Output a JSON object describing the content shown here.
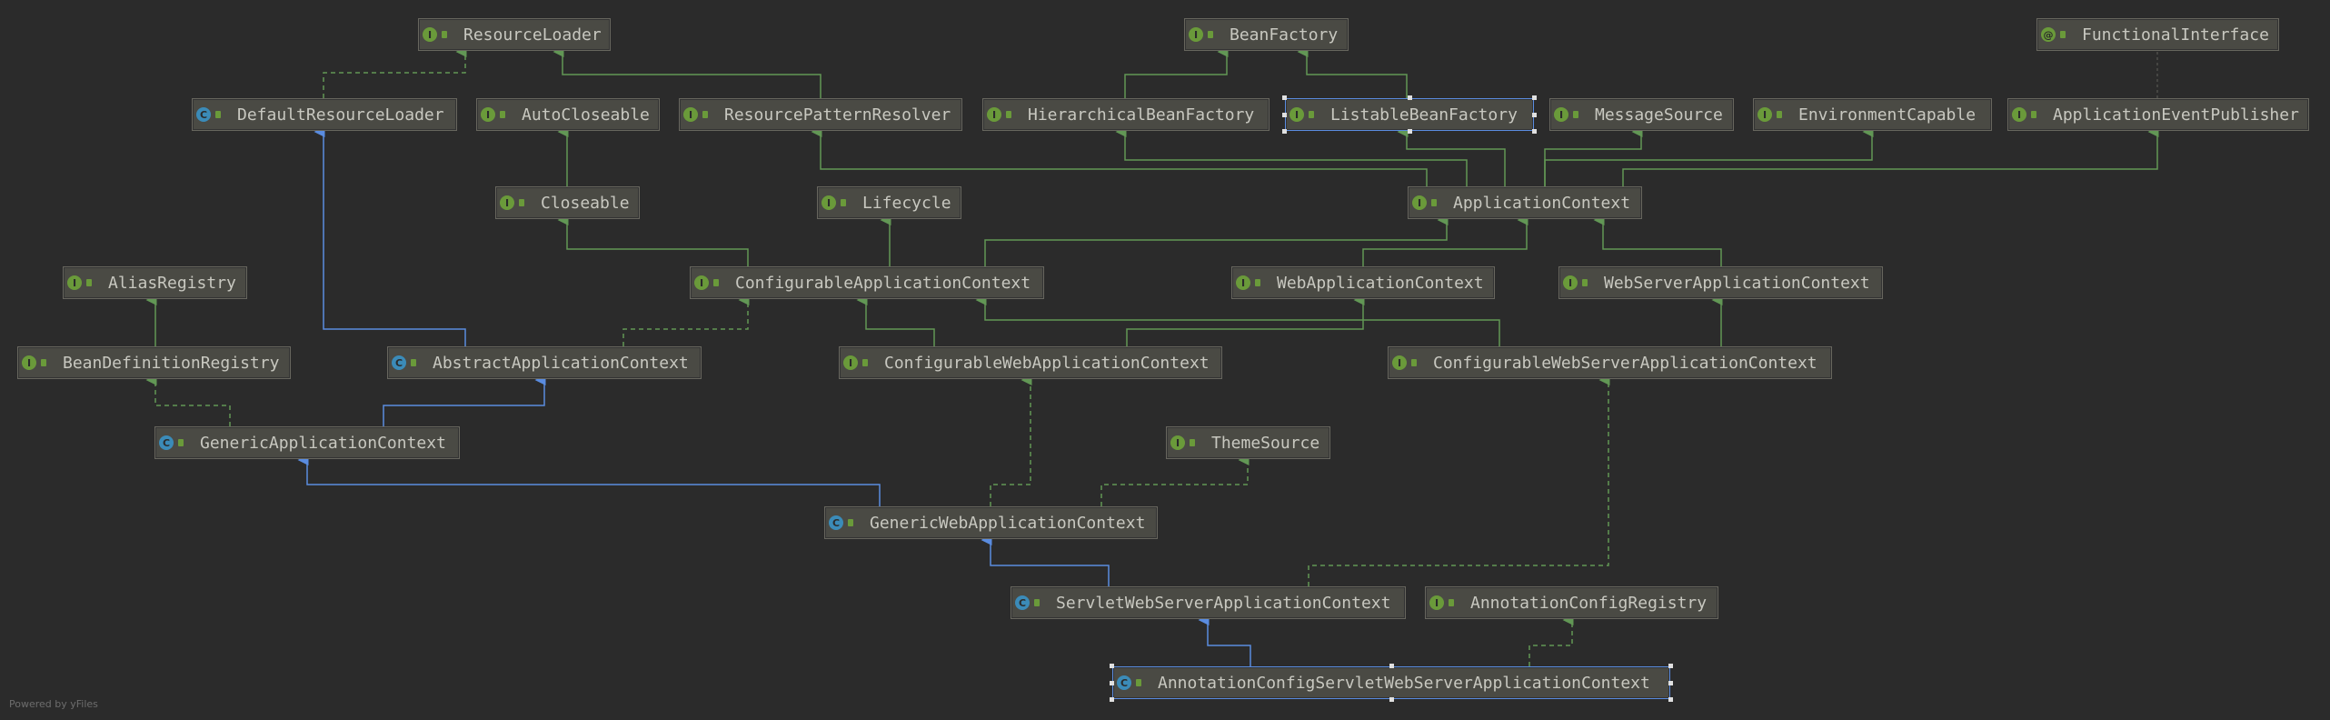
{
  "footer": "Powered by yFiles",
  "colors": {
    "background": "#2b2b2b",
    "node_fill": "#4a4a44",
    "extends_edge": "#5a8ce0",
    "implements_edge": "#629755",
    "selected_border": "#5a8ce0"
  },
  "nodes": [
    {
      "id": "ResourceLoader",
      "label": "ResourceLoader",
      "kind": "interface",
      "icon": "interface-icon"
    },
    {
      "id": "BeanFactory",
      "label": "BeanFactory",
      "kind": "interface",
      "icon": "interface-icon"
    },
    {
      "id": "FunctionalInterface",
      "label": "FunctionalInterface",
      "kind": "annotation",
      "icon": "annotation-icon"
    },
    {
      "id": "DefaultResourceLoader",
      "label": "DefaultResourceLoader",
      "kind": "class",
      "icon": "class-icon"
    },
    {
      "id": "AutoCloseable",
      "label": "AutoCloseable",
      "kind": "interface",
      "icon": "interface-icon"
    },
    {
      "id": "ResourcePatternResolver",
      "label": "ResourcePatternResolver",
      "kind": "interface",
      "icon": "interface-icon"
    },
    {
      "id": "HierarchicalBeanFactory",
      "label": "HierarchicalBeanFactory",
      "kind": "interface",
      "icon": "interface-icon"
    },
    {
      "id": "ListableBeanFactory",
      "label": "ListableBeanFactory",
      "kind": "interface",
      "icon": "interface-icon",
      "selected": true
    },
    {
      "id": "MessageSource",
      "label": "MessageSource",
      "kind": "interface",
      "icon": "interface-icon"
    },
    {
      "id": "EnvironmentCapable",
      "label": "EnvironmentCapable",
      "kind": "interface",
      "icon": "interface-icon"
    },
    {
      "id": "ApplicationEventPublisher",
      "label": "ApplicationEventPublisher",
      "kind": "interface",
      "icon": "interface-icon"
    },
    {
      "id": "Closeable",
      "label": "Closeable",
      "kind": "interface",
      "icon": "interface-icon"
    },
    {
      "id": "Lifecycle",
      "label": "Lifecycle",
      "kind": "interface",
      "icon": "interface-icon"
    },
    {
      "id": "ApplicationContext",
      "label": "ApplicationContext",
      "kind": "interface",
      "icon": "interface-icon"
    },
    {
      "id": "AliasRegistry",
      "label": "AliasRegistry",
      "kind": "interface",
      "icon": "interface-icon"
    },
    {
      "id": "ConfigurableApplicationContext",
      "label": "ConfigurableApplicationContext",
      "kind": "interface",
      "icon": "interface-icon"
    },
    {
      "id": "WebApplicationContext",
      "label": "WebApplicationContext",
      "kind": "interface",
      "icon": "interface-icon"
    },
    {
      "id": "WebServerApplicationContext",
      "label": "WebServerApplicationContext",
      "kind": "interface",
      "icon": "interface-icon"
    },
    {
      "id": "BeanDefinitionRegistry",
      "label": "BeanDefinitionRegistry",
      "kind": "interface",
      "icon": "interface-icon"
    },
    {
      "id": "AbstractApplicationContext",
      "label": "AbstractApplicationContext",
      "kind": "abstract",
      "icon": "abstract-class-icon"
    },
    {
      "id": "ConfigurableWebApplicationContext",
      "label": "ConfigurableWebApplicationContext",
      "kind": "interface",
      "icon": "interface-icon"
    },
    {
      "id": "ConfigurableWebServerApplicationContext",
      "label": "ConfigurableWebServerApplicationContext",
      "kind": "interface",
      "icon": "interface-icon"
    },
    {
      "id": "GenericApplicationContext",
      "label": "GenericApplicationContext",
      "kind": "class",
      "icon": "class-icon"
    },
    {
      "id": "ThemeSource",
      "label": "ThemeSource",
      "kind": "interface",
      "icon": "interface-icon"
    },
    {
      "id": "GenericWebApplicationContext",
      "label": "GenericWebApplicationContext",
      "kind": "class",
      "icon": "class-icon"
    },
    {
      "id": "ServletWebServerApplicationContext",
      "label": "ServletWebServerApplicationContext",
      "kind": "class",
      "icon": "class-icon"
    },
    {
      "id": "AnnotationConfigRegistry",
      "label": "AnnotationConfigRegistry",
      "kind": "interface",
      "icon": "interface-icon"
    },
    {
      "id": "AnnotationConfigServletWebServerApplicationContext",
      "label": "AnnotationConfigServletWebServerApplicationContext",
      "kind": "class",
      "icon": "class-icon",
      "selected": true
    }
  ],
  "edges": [
    {
      "from": "DefaultResourceLoader",
      "to": "ResourceLoader",
      "type": "implements"
    },
    {
      "from": "ResourcePatternResolver",
      "to": "ResourceLoader",
      "type": "extends-interface"
    },
    {
      "from": "HierarchicalBeanFactory",
      "to": "BeanFactory",
      "type": "extends-interface"
    },
    {
      "from": "ListableBeanFactory",
      "to": "BeanFactory",
      "type": "extends-interface"
    },
    {
      "from": "ApplicationEventPublisher",
      "to": "FunctionalInterface",
      "type": "annotated"
    },
    {
      "from": "Closeable",
      "to": "AutoCloseable",
      "type": "extends-interface"
    },
    {
      "from": "ApplicationContext",
      "to": "ResourcePatternResolver",
      "type": "extends-interface"
    },
    {
      "from": "ApplicationContext",
      "to": "HierarchicalBeanFactory",
      "type": "extends-interface"
    },
    {
      "from": "ApplicationContext",
      "to": "ListableBeanFactory",
      "type": "extends-interface"
    },
    {
      "from": "ApplicationContext",
      "to": "MessageSource",
      "type": "extends-interface"
    },
    {
      "from": "ApplicationContext",
      "to": "EnvironmentCapable",
      "type": "extends-interface"
    },
    {
      "from": "ApplicationContext",
      "to": "ApplicationEventPublisher",
      "type": "extends-interface"
    },
    {
      "from": "ConfigurableApplicationContext",
      "to": "Closeable",
      "type": "extends-interface"
    },
    {
      "from": "ConfigurableApplicationContext",
      "to": "Lifecycle",
      "type": "extends-interface"
    },
    {
      "from": "ConfigurableApplicationContext",
      "to": "ApplicationContext",
      "type": "extends-interface"
    },
    {
      "from": "WebApplicationContext",
      "to": "ApplicationContext",
      "type": "extends-interface"
    },
    {
      "from": "WebServerApplicationContext",
      "to": "ApplicationContext",
      "type": "extends-interface"
    },
    {
      "from": "BeanDefinitionRegistry",
      "to": "AliasRegistry",
      "type": "extends-interface"
    },
    {
      "from": "AbstractApplicationContext",
      "to": "DefaultResourceLoader",
      "type": "extends"
    },
    {
      "from": "AbstractApplicationContext",
      "to": "ConfigurableApplicationContext",
      "type": "implements"
    },
    {
      "from": "ConfigurableWebApplicationContext",
      "to": "ConfigurableApplicationContext",
      "type": "extends-interface"
    },
    {
      "from": "ConfigurableWebApplicationContext",
      "to": "WebApplicationContext",
      "type": "extends-interface"
    },
    {
      "from": "ConfigurableWebServerApplicationContext",
      "to": "ConfigurableApplicationContext",
      "type": "extends-interface"
    },
    {
      "from": "ConfigurableWebServerApplicationContext",
      "to": "WebServerApplicationContext",
      "type": "extends-interface"
    },
    {
      "from": "GenericApplicationContext",
      "to": "AbstractApplicationContext",
      "type": "extends"
    },
    {
      "from": "GenericApplicationContext",
      "to": "BeanDefinitionRegistry",
      "type": "implements"
    },
    {
      "from": "GenericWebApplicationContext",
      "to": "GenericApplicationContext",
      "type": "extends"
    },
    {
      "from": "GenericWebApplicationContext",
      "to": "ConfigurableWebApplicationContext",
      "type": "implements"
    },
    {
      "from": "GenericWebApplicationContext",
      "to": "ThemeSource",
      "type": "implements"
    },
    {
      "from": "ServletWebServerApplicationContext",
      "to": "GenericWebApplicationContext",
      "type": "extends"
    },
    {
      "from": "ServletWebServerApplicationContext",
      "to": "ConfigurableWebServerApplicationContext",
      "type": "implements"
    },
    {
      "from": "AnnotationConfigServletWebServerApplicationContext",
      "to": "ServletWebServerApplicationContext",
      "type": "extends"
    },
    {
      "from": "AnnotationConfigServletWebServerApplicationContext",
      "to": "AnnotationConfigRegistry",
      "type": "implements"
    }
  ]
}
